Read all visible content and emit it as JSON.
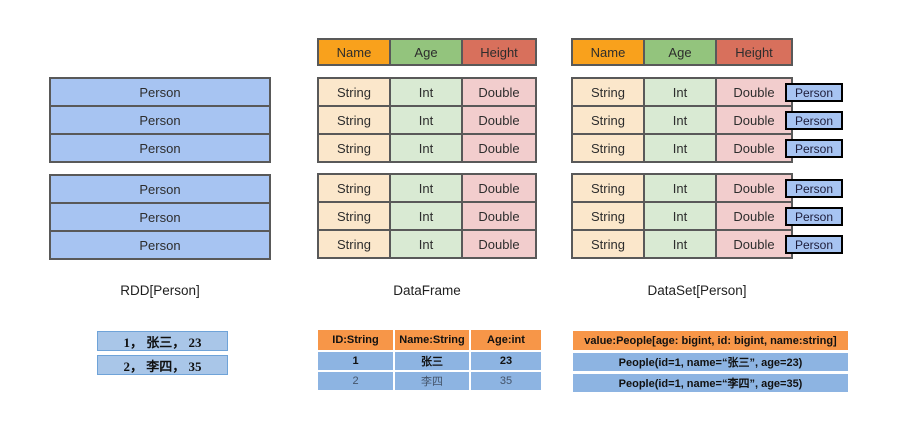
{
  "rdd": {
    "label": "RDD[Person]",
    "blocks": [
      "Person",
      "Person",
      "Person",
      "Person",
      "Person",
      "Person"
    ],
    "sample_rows": [
      "1， 张三， 23",
      "2， 李四， 35"
    ]
  },
  "dataframe": {
    "label": "DataFrame",
    "header": [
      "Name",
      "Age",
      "Height"
    ],
    "rows": [
      [
        "String",
        "Int",
        "Double"
      ],
      [
        "String",
        "Int",
        "Double"
      ],
      [
        "String",
        "Int",
        "Double"
      ],
      [
        "String",
        "Int",
        "Double"
      ],
      [
        "String",
        "Int",
        "Double"
      ],
      [
        "String",
        "Int",
        "Double"
      ]
    ],
    "table": {
      "header": [
        "ID:String",
        "Name:String",
        "Age:int"
      ],
      "rows": [
        [
          "1",
          "张三",
          "23"
        ],
        [
          "2",
          "李四",
          "35"
        ]
      ]
    }
  },
  "dataset": {
    "label": "DataSet[Person]",
    "header": [
      "Name",
      "Age",
      "Height"
    ],
    "badge": "Person",
    "rows": [
      [
        "String",
        "Int",
        "Double"
      ],
      [
        "String",
        "Int",
        "Double"
      ],
      [
        "String",
        "Int",
        "Double"
      ],
      [
        "String",
        "Int",
        "Double"
      ],
      [
        "String",
        "Int",
        "Double"
      ],
      [
        "String",
        "Int",
        "Double"
      ]
    ],
    "table": {
      "header": "value:People[age: bigint, id: bigint, name:string]",
      "rows": [
        "People(id=1, name=“张三”, age=23)",
        "People(id=1, name=“李四”, age=35)"
      ]
    }
  },
  "colors": {
    "header_name_orange": "#F9A11C",
    "header_age_green": "#93C47D",
    "header_height_salmon": "#D8705C",
    "cell_string_cream": "#FBE7CB",
    "cell_int_green": "#D9EAD3",
    "cell_double_pink": "#F2CDCD",
    "person_block_blue": "#A7C4F2",
    "table_header_orange": "#F79648",
    "table_row_blue": "#8DB4E2",
    "grid_border_gray": "#595959"
  }
}
